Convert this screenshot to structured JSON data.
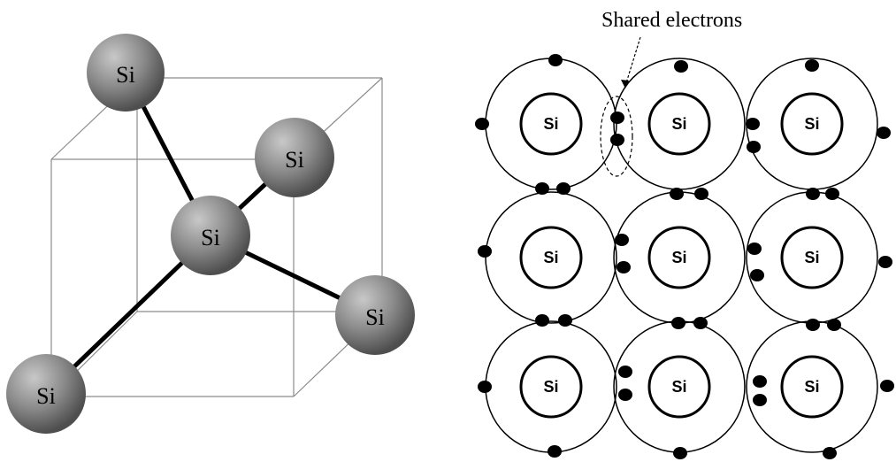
{
  "left_diagram": {
    "atoms": {
      "top_left": "Si",
      "upper_right": "Si",
      "center": "Si",
      "right": "Si",
      "bottom_left": "Si"
    },
    "colors": {
      "atom_light": "#b5b5b5",
      "atom_dark": "#5a5a5a",
      "bond": "#000000",
      "cube_edge": "#8c8c8c"
    }
  },
  "right_diagram": {
    "annotation": "Shared electrons",
    "atom_label": "Si",
    "grid": {
      "rows": 3,
      "cols": 3
    },
    "electron_color": "#000000"
  }
}
